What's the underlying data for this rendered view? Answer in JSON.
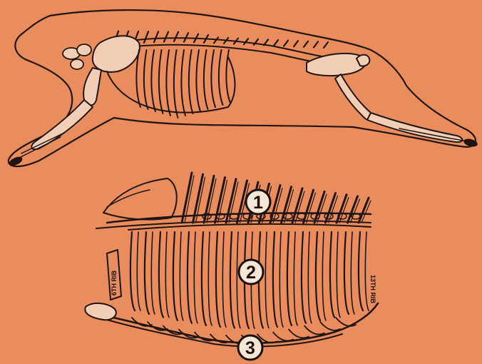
{
  "colors": {
    "background": "#e98c5e",
    "ink": "#221510",
    "bone": "#f2cfb4",
    "callout_fill": "#f6e6d6"
  },
  "figure": {
    "top_view": "side view of beef carcass outline with skeleton",
    "bottom_view": "enlarged rib section divided into three zones"
  },
  "callouts": [
    {
      "label": "1"
    },
    {
      "label": "2"
    },
    {
      "label": "3"
    }
  ],
  "side_labels": {
    "left": "6TH RIB",
    "right": "13TH RIB"
  }
}
